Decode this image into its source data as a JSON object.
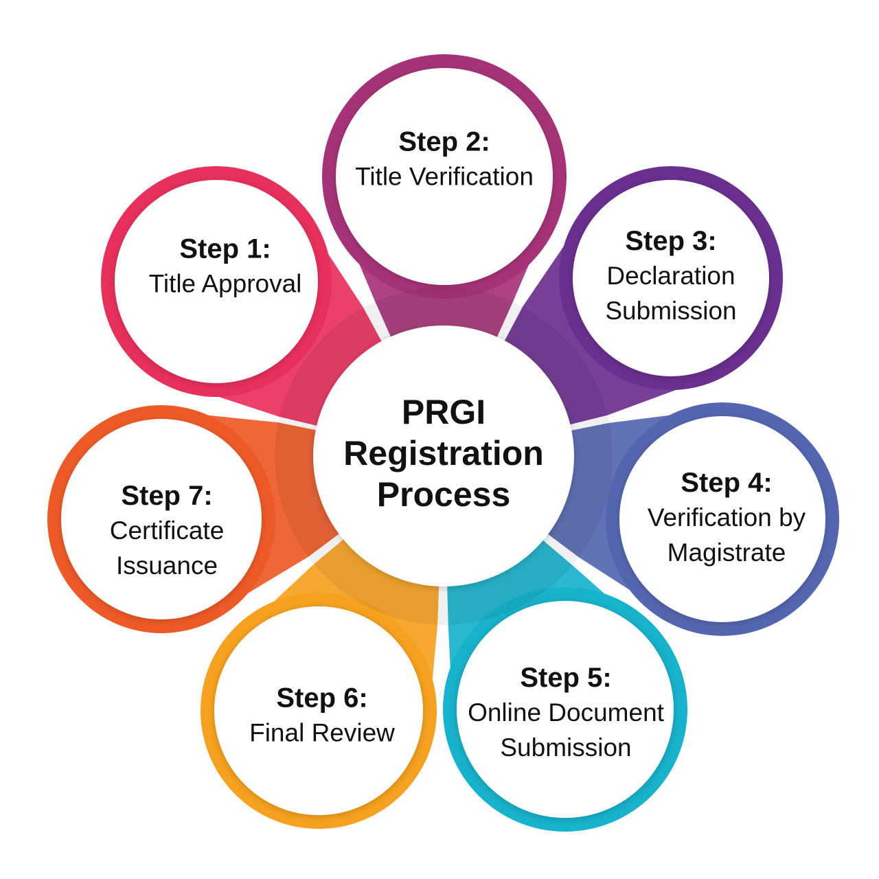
{
  "center": {
    "lines": [
      "PRGI",
      "Registration",
      "Process"
    ]
  },
  "steps": [
    {
      "title": "Step 1:",
      "desc": [
        "Title Approval"
      ],
      "color": "#E8305C"
    },
    {
      "title": "Step 2:",
      "desc": [
        "Title Verification"
      ],
      "color": "#A63377"
    },
    {
      "title": "Step 3:",
      "desc": [
        "Declaration",
        "Submission"
      ],
      "color": "#6B2F8F"
    },
    {
      "title": "Step 4:",
      "desc": [
        "Verification by",
        "Magistrate"
      ],
      "color": "#5566B0"
    },
    {
      "title": "Step 5:",
      "desc": [
        "Online Document",
        "Submission"
      ],
      "color": "#17B2CC"
    },
    {
      "title": "Step 6:",
      "desc": [
        "Final Review"
      ],
      "color": "#F6A11F"
    },
    {
      "title": "Step 7:",
      "desc": [
        "Certificate",
        "Issuance"
      ],
      "color": "#EE5A27"
    }
  ]
}
